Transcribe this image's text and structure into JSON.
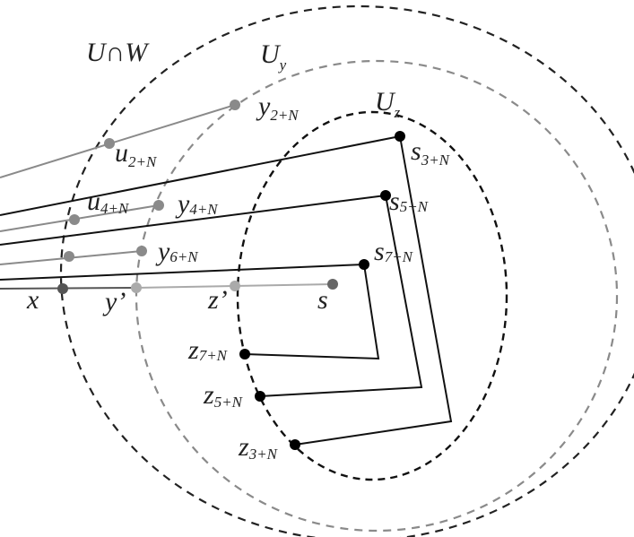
{
  "region_labels": {
    "union": "U∩W",
    "u_y": "U",
    "u_y_sub": "y",
    "u_z": "U",
    "u_z_sub": "z"
  },
  "point_labels": {
    "y2": {
      "base": "y",
      "sub": "2+N"
    },
    "u2": {
      "base": "u",
      "sub": "2+N"
    },
    "s3": {
      "base": "s",
      "sub": "3+N"
    },
    "u4": {
      "base": "u",
      "sub": "4+N"
    },
    "y4": {
      "base": "y",
      "sub": "4+N"
    },
    "s5": {
      "base": "s",
      "sub": "5+N"
    },
    "y6": {
      "base": "y",
      "sub": "6+N"
    },
    "s7": {
      "base": "s",
      "sub": "7+N"
    },
    "x": "x",
    "yp": "y’",
    "zp": "z’",
    "s": "s",
    "z7": {
      "base": "z",
      "sub": "7+N"
    },
    "z5": {
      "base": "z",
      "sub": "5+N"
    },
    "z3": {
      "base": "z",
      "sub": "3+N"
    }
  },
  "colors": {
    "black": "#111111",
    "dark_gray": "#555555",
    "mid_gray": "#8a8a8a",
    "light_gray": "#aaaaaa"
  }
}
